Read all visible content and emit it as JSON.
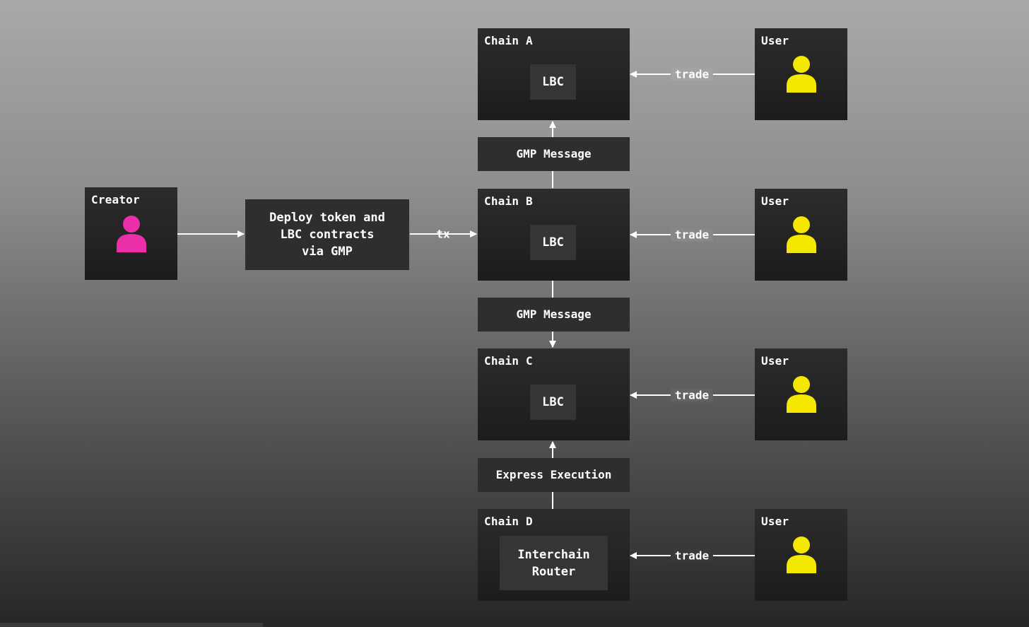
{
  "creator": {
    "title": "Creator",
    "color": "#ea2fa8"
  },
  "deploy_box": {
    "lines": [
      "Deploy token and",
      "LBC contracts",
      "via GMP"
    ]
  },
  "tx_label": "tx",
  "chains": [
    {
      "title": "Chain A",
      "content": "LBC"
    },
    {
      "title": "Chain B",
      "content": "LBC"
    },
    {
      "title": "Chain C",
      "content": "LBC"
    },
    {
      "title": "Chain D",
      "content_lines": [
        "Interchain",
        "Router"
      ]
    }
  ],
  "messages": [
    {
      "label": "GMP Message"
    },
    {
      "label": "GMP Message"
    },
    {
      "label": "Express Execution"
    }
  ],
  "users": [
    {
      "title": "User",
      "color": "#f5e800"
    },
    {
      "title": "User",
      "color": "#f5e800"
    },
    {
      "title": "User",
      "color": "#f5e800"
    },
    {
      "title": "User",
      "color": "#f5e800"
    }
  ],
  "trade_labels": [
    "trade",
    "trade",
    "trade",
    "trade"
  ],
  "icons": {
    "person": "person-icon"
  }
}
